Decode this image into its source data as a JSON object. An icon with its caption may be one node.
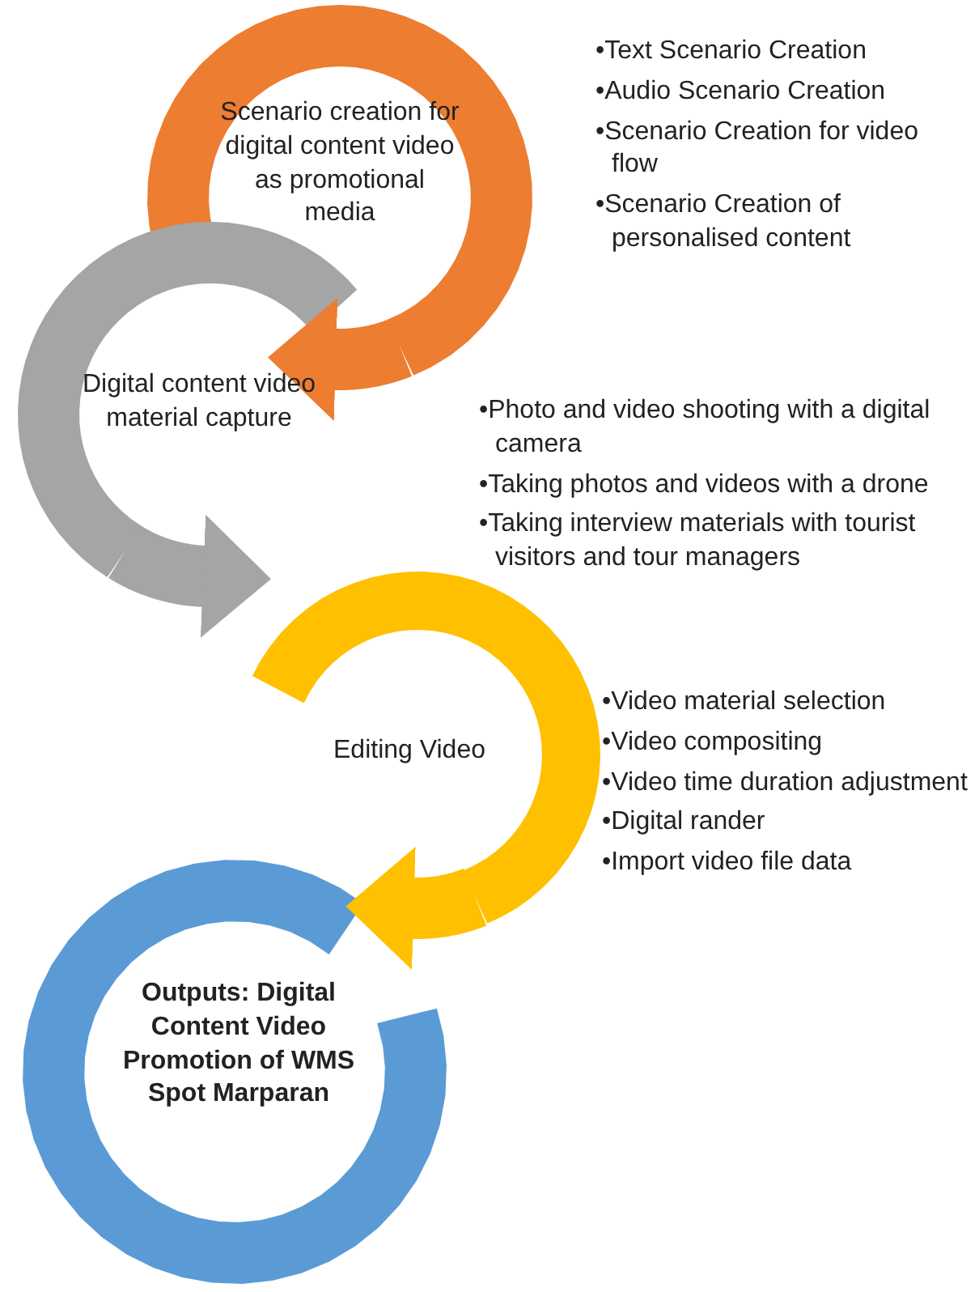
{
  "diagram": {
    "nodes": [
      {
        "text": [
          "Scenario creation for digital content video as promotional media"
        ],
        "beside": [
          "•Text Scenario Creation",
          "•Audio Scenario Creation",
          "•Scenario Creation for video flow",
          "•Scenario Creation of personalised content"
        ]
      },
      {
        "text": [
          "Digital content video material capture"
        ],
        "beside": [
          "•Photo and video shooting with a digital camera",
          "•Taking photos and videos with a drone",
          "•Taking interview materials with tourist visitors and tour managers"
        ]
      },
      {
        "text": [
          "Editing Video"
        ],
        "beside": [
          "•Video material selection",
          "•Video compositing",
          "•Video time duration adjustment",
          "•Digital rander",
          "•Import video file data"
        ]
      },
      {
        "text": [
          "Outputs: Digital Content Video Promotion of WMS Spot Marparan"
        ]
      }
    ],
    "edges": [
      {
        "from": 0,
        "to": 1,
        "arrow": "to",
        "color": "#ed7d31"
      },
      {
        "from": 1,
        "to": 2,
        "arrow": "to",
        "color": "#a5a5a5"
      },
      {
        "from": 2,
        "to": 3,
        "arrow": "to",
        "color": "#ffc000"
      }
    ]
  }
}
